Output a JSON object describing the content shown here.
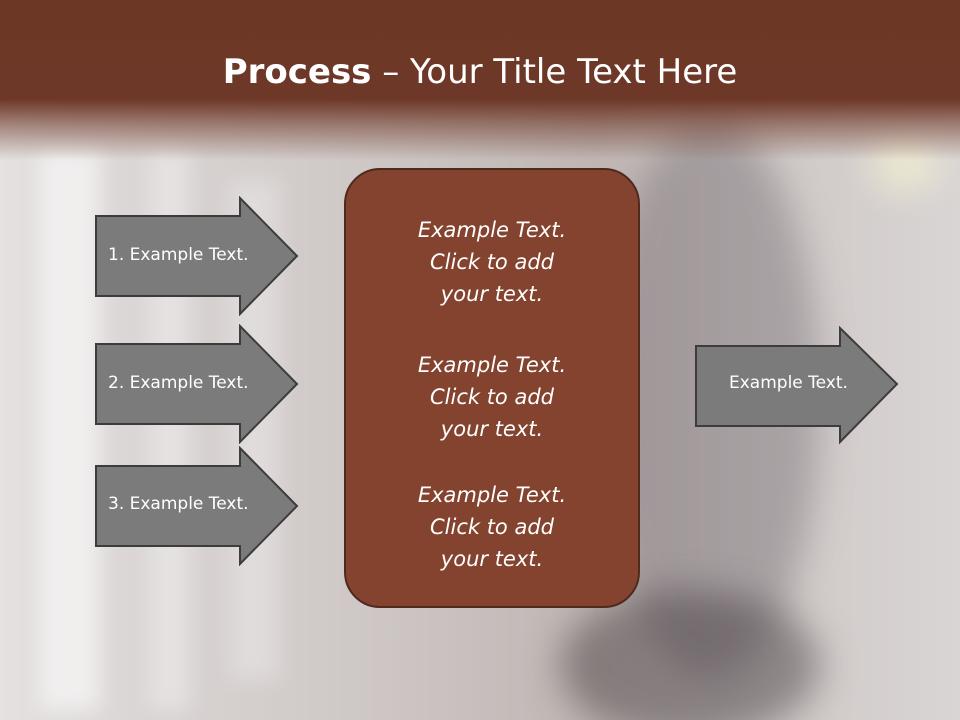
{
  "slide": {
    "title_bold": "Process",
    "title_rest": " – Your Title Text Here",
    "left_arrows": [
      {
        "label": "1. Example Text."
      },
      {
        "label": "2. Example Text."
      },
      {
        "label": "3. Example Text."
      }
    ],
    "center_box": {
      "paragraphs": [
        {
          "lines": [
            "Example Text.",
            "Click  to add",
            "your text."
          ]
        },
        {
          "lines": [
            "Example Text.",
            "Click  to add",
            "your text."
          ]
        },
        {
          "lines": [
            "Example Text.",
            "Click  to add",
            "your text."
          ]
        }
      ]
    },
    "right_arrow": {
      "label": "Example Text."
    }
  },
  "colors": {
    "title_bar": "#6e3828",
    "center_box": "#84432f",
    "arrow_fill": "#7b7b7b",
    "arrow_stroke": "#3c3c3c"
  }
}
